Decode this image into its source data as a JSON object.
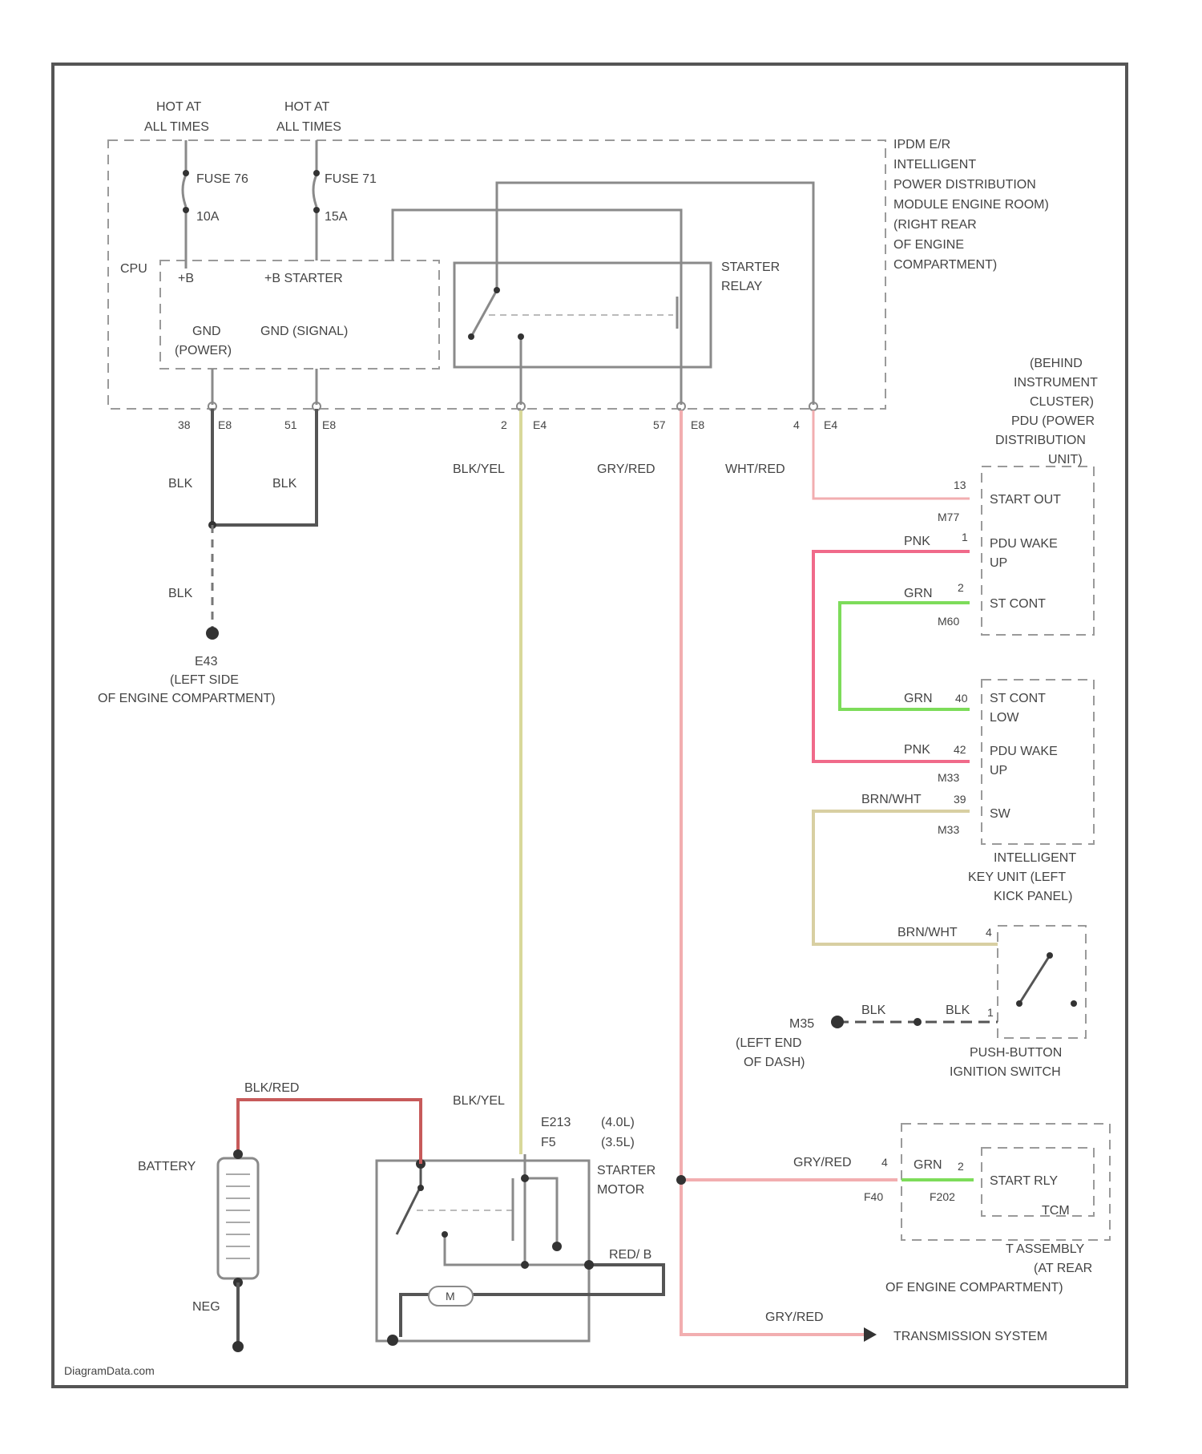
{
  "title": "",
  "watermark": "DiagramData.com",
  "fuses": [
    {
      "hot": "HOT AT",
      "hot2": "ALL TIMES",
      "name": "FUSE 76",
      "amps": "10A"
    },
    {
      "hot": "HOT AT",
      "hot2": "ALL TIMES",
      "name": "FUSE 71",
      "amps": "15A"
    }
  ],
  "ipdm": [
    "IPDM E/R",
    "INTELLIGENT",
    "POWER DISTRIBUTION",
    "MODULE ENGINE ROOM)",
    "(RIGHT REAR",
    "OF ENGINE",
    "COMPARTMENT)"
  ],
  "cpu": {
    "label": "CPU",
    "b_plus": "+B",
    "b_starter": "+B STARTER",
    "gnd_power": "GND",
    "gnd_power2": "(POWER)",
    "gnd_signal": "GND (SIGNAL)"
  },
  "starter_relay": [
    "STARTER",
    "RELAY"
  ],
  "ipdm_pins": [
    {
      "pin": "38",
      "conn": "E8"
    },
    {
      "pin": "51",
      "conn": "E8"
    },
    {
      "pin": "2",
      "conn": "E4"
    },
    {
      "pin": "57",
      "conn": "E8"
    },
    {
      "pin": "4",
      "conn": "E4"
    }
  ],
  "wire_colors": {
    "blk1": "BLK",
    "blk2": "BLK",
    "blk3": "BLK",
    "blkyel": "BLK/YEL",
    "gryred": "GRY/RED",
    "wht_red": "WHT/RED",
    "blk_red": "BLK/RED",
    "blkyel2": "BLK/YEL",
    "gryred2": "GRY/RED",
    "gryred3": "GRY/RED",
    "red_b": "RED/ B",
    "pnk": "PNK",
    "grn": "GRN",
    "grn2": "GRN",
    "pnk2": "PNK",
    "brnwht": "BRN/WHT",
    "brnwht2": "BRN/WHT",
    "blk4": "BLK",
    "blk5": "BLK",
    "grn3": "GRN"
  },
  "ground_e43": [
    "E43",
    "(LEFT SIDE",
    "OF ENGINE COMPARTMENT)"
  ],
  "ground_m35": [
    "M35",
    "(LEFT END",
    "OF DASH)"
  ],
  "battery": "BATTERY",
  "neg_label": "NEG",
  "starter_motor": [
    "STARTER",
    "MOTOR"
  ],
  "starter_conn": [
    {
      "id": "E213",
      "note": "(4.0L)"
    },
    {
      "id": "F5",
      "note": "(3.5L)"
    }
  ],
  "m_label": "M",
  "ipdu": [
    "(BEHIND",
    "INSTRUMENT",
    "CLUSTER)",
    "PDU (POWER",
    "DISTRIBUTION",
    "UNIT)"
  ],
  "ipdu_terms": [
    {
      "pin": "13",
      "conn": "M77",
      "text": "START OUT"
    },
    {
      "pin": "1",
      "conn": "",
      "text": "PDU WAKE",
      "text2": "UP"
    },
    {
      "pin": "2",
      "conn": "M60",
      "text": "ST CONT"
    }
  ],
  "ikey_terms": [
    {
      "pin": "40",
      "conn": "",
      "text": "ST CONT",
      "text2": "LOW"
    },
    {
      "pin": "42",
      "conn": "M33",
      "text": "PDU WAKE",
      "text2": "UP"
    },
    {
      "pin": "39",
      "conn": "M33",
      "text": "SW"
    }
  ],
  "ikey_unit": [
    "INTELLIGENT",
    "KEY UNIT (LEFT",
    "KICK PANEL)"
  ],
  "push_button": [
    "PUSH-BUTTON",
    "IGNITION SWITCH"
  ],
  "push_pins": [
    "4",
    "1"
  ],
  "tcm": {
    "pin": "4",
    "pin2": "2",
    "conn": "F40",
    "conn2": "F202",
    "text": "START RLY",
    "tcm": "TCM",
    "note": [
      "T ASSEMBLY",
      "(AT REAR",
      "OF ENGINE COMPARTMENT)"
    ]
  },
  "transmission": "TRANSMISSION SYSTEM",
  "colors": {
    "pnk": "#f06a8a",
    "grn": "#7ddc5a",
    "yellow": "#d8d89a",
    "red": "#f2aeb0",
    "tan": "#d8cfa2",
    "dark": "#555555",
    "blkred": "#c75a5a"
  }
}
